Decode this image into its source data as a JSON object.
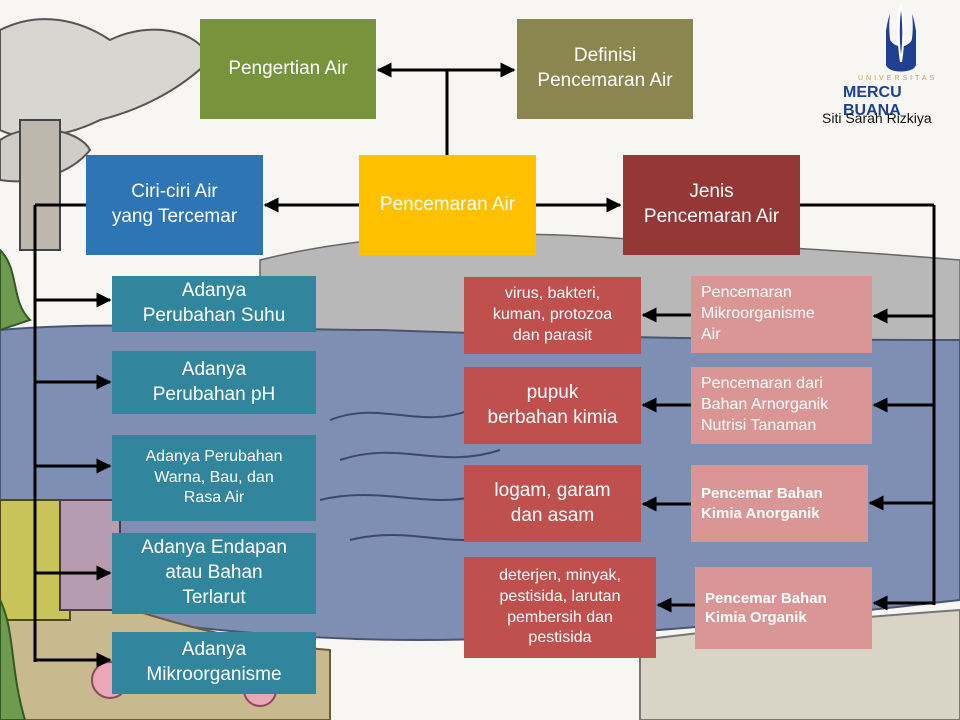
{
  "brand": {
    "university_small": "UNIVERSITAS",
    "university_name": "MERCU BUANA",
    "author": "Siti Sarah Rizkiya",
    "colors": {
      "logo": "#1f3f8f"
    },
    "icon": "mercu-buana-logo-icon"
  },
  "nodes": {
    "pengertian": "Pengertian Air",
    "definisi": "Definisi\nPencemaran Air",
    "pencemaran": "Pencemaran Air",
    "ciri": "Ciri-ciri Air\nyang Tercemar",
    "jenis": "Jenis\nPencemaran Air"
  },
  "ciri_items": [
    "Adanya\nPerubahan Suhu",
    "Adanya\nPerubahan pH",
    "Adanya Perubahan\nWarna, Bau, dan\nRasa Air",
    "Adanya Endapan\natau Bahan\nTerlarut",
    "Adanya\nMikroorganisme"
  ],
  "jenis_items": [
    "Pencemaran\nMikroorganisme\nAir",
    "Pencemaran dari\nBahan Arnorganik\nNutrisi Tanaman",
    "Pencemar Bahan\nKimia Anorganik",
    "Pencemar Bahan\nKimia Organik"
  ],
  "contoh_items": [
    "virus, bakteri,\nkuman, protozoa\ndan parasit",
    "pupuk\nberbahan kimia",
    "logam, garam\ndan asam",
    "deterjen, minyak,\npestisida, larutan\npembersih dan\npestisida"
  ],
  "colors": {
    "olive": "#77933c",
    "khaki": "#8b8550",
    "yellow": "#ffc000",
    "blue": "#2e75b6",
    "darkred": "#953735",
    "teal": "#31859c",
    "pink": "#d99694",
    "red": "#c0504d",
    "line": "#000000"
  }
}
